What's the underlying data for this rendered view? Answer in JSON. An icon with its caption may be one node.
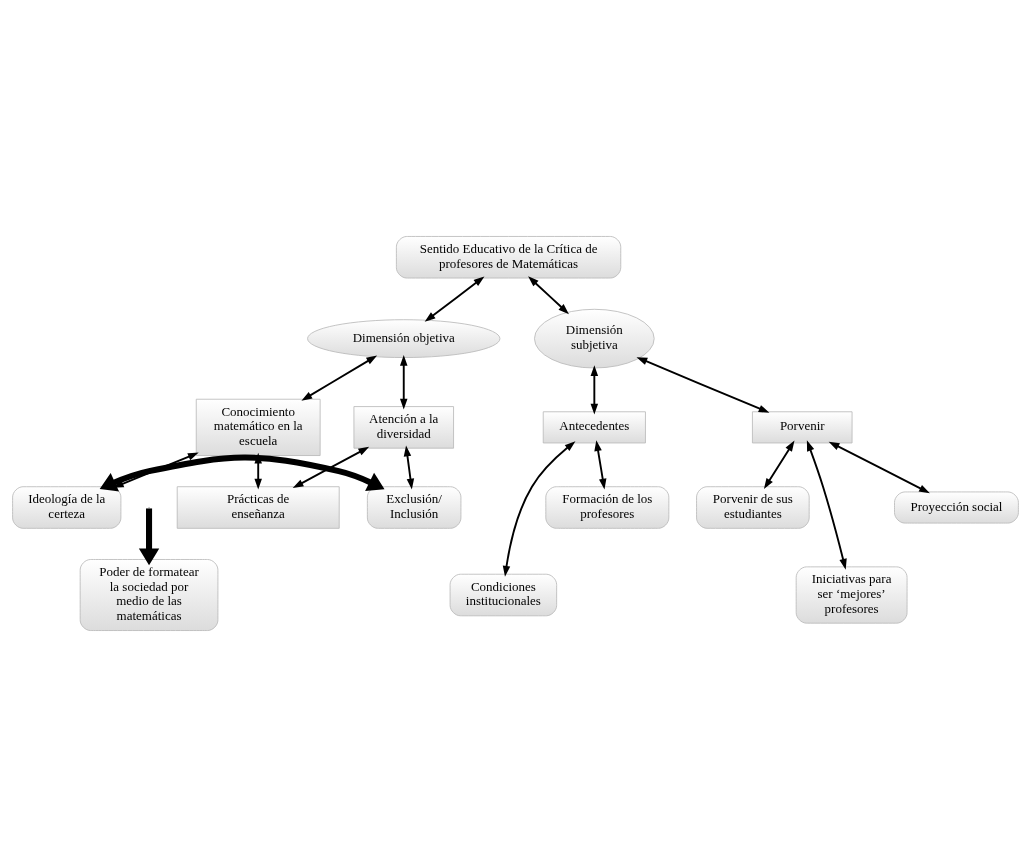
{
  "diagram": {
    "nodes": [
      {
        "text": [
          "Sentido Educativo de la Crítica de profesores de Matemáticas"
        ]
      },
      {
        "text": [
          "Dimensión objetiva"
        ]
      },
      {
        "text": [
          "Dimensión subjetiva"
        ]
      },
      {
        "text": [
          "Conocimiento matemático en la escuela"
        ]
      },
      {
        "text": [
          "Atención a la diversidad"
        ]
      },
      {
        "text": [
          "Ideología de la certeza"
        ]
      },
      {
        "text": [
          "Exclusión/ Inclusión"
        ]
      },
      {
        "text": [
          "Poder de formatear la sociedad por medio de las matemáticas"
        ]
      },
      {
        "text": [
          "Prácticas de enseñanza"
        ]
      },
      {
        "text": [
          "Antecedentes"
        ]
      },
      {
        "text": [
          "Formación de los profesores"
        ]
      },
      {
        "text": [
          "Condiciones institucionales"
        ]
      },
      {
        "text": [
          "Porvenir"
        ]
      },
      {
        "text": [
          "Porvenir de sus estudiantes"
        ]
      },
      {
        "text": [
          "Iniciativas para ser ‘mejores’ profesores"
        ]
      },
      {
        "text": [
          "Proyección social"
        ]
      }
    ],
    "edges": [
      {
        "from": 0,
        "to": 1,
        "arrow": "both"
      },
      {
        "from": 0,
        "to": 2,
        "arrow": "both"
      },
      {
        "from": 1,
        "to": 3,
        "arrow": "both"
      },
      {
        "from": 1,
        "to": 4,
        "arrow": "both"
      },
      {
        "from": 3,
        "to": 5,
        "arrow": "both"
      },
      {
        "from": 4,
        "to": 6,
        "arrow": "both"
      },
      {
        "from": 5,
        "to": 6,
        "arrow": "both",
        "style": "thick"
      },
      {
        "from": null,
        "to": 7,
        "arrow": "to",
        "style": "thick"
      },
      {
        "from": 3,
        "to": 8,
        "arrow": "both"
      },
      {
        "from": 4,
        "to": 8,
        "arrow": "both"
      },
      {
        "from": 2,
        "to": 9,
        "arrow": "both"
      },
      {
        "from": 2,
        "to": 12,
        "arrow": "both"
      },
      {
        "from": 9,
        "to": 10,
        "arrow": "both"
      },
      {
        "from": 9,
        "to": 11,
        "arrow": "both"
      },
      {
        "from": 12,
        "to": 13,
        "arrow": "both"
      },
      {
        "from": 12,
        "to": 14,
        "arrow": "both"
      },
      {
        "from": 12,
        "to": 15,
        "arrow": "both"
      }
    ]
  }
}
